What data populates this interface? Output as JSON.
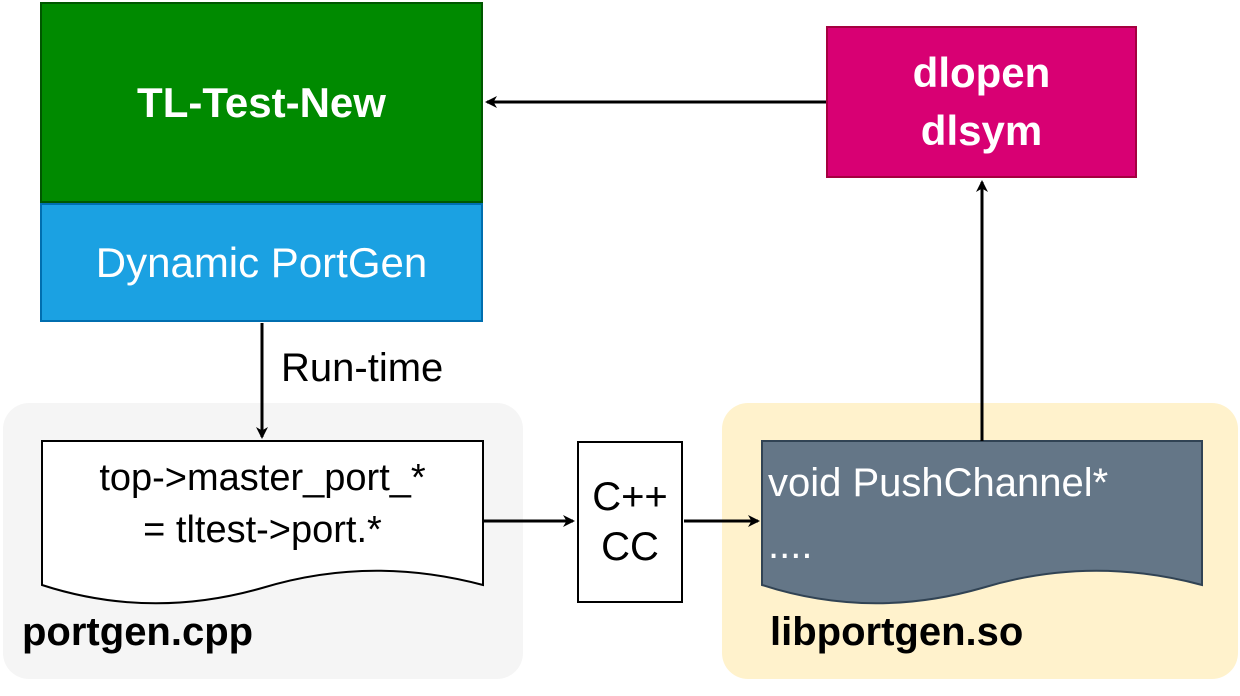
{
  "tl_test_box": {
    "label": "TL-Test-New"
  },
  "dynamic_portgen_box": {
    "label": "Dynamic PortGen"
  },
  "dlopen_box": {
    "line1": "dlopen",
    "line2": "dlsym"
  },
  "runtime_edge": {
    "label": "Run-time"
  },
  "portgen_cpp": {
    "filename": "portgen.cpp",
    "code_line1": "top->master_port_*",
    "code_line2": "= tltest->port.*"
  },
  "compiler_box": {
    "line1": "C++",
    "line2": "CC"
  },
  "libportgen_so": {
    "filename": "libportgen.so",
    "code_line1": "void PushChannel*",
    "code_line2": "...."
  },
  "colors": {
    "tl_fill": "#008a00",
    "dynamic_fill": "#1ba1e2",
    "dlopen_fill": "#d80073",
    "so_doc_fill": "#647687",
    "left_panel": "#f5f5f5",
    "right_panel": "#fff2cc"
  }
}
